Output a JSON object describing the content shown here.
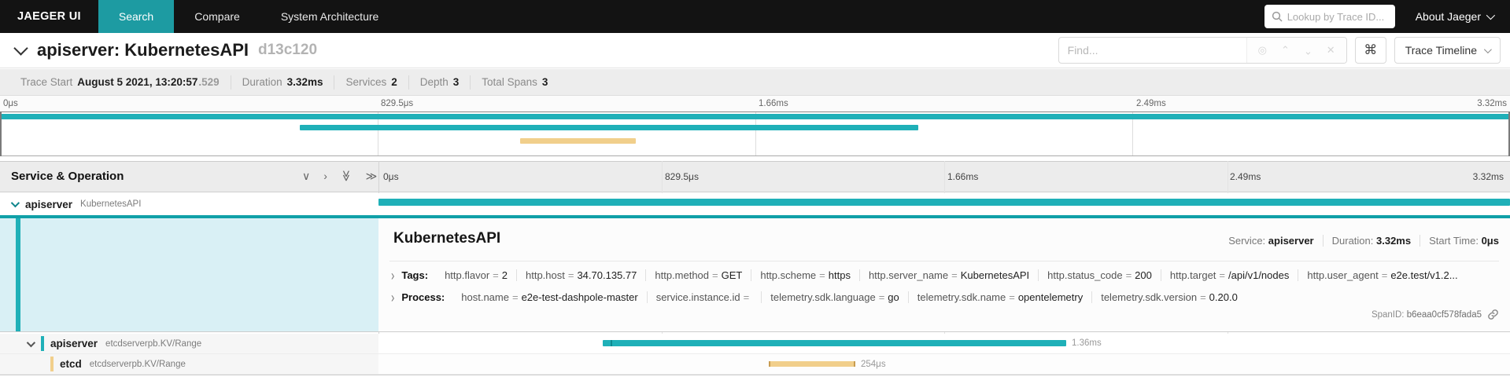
{
  "colors": {
    "teal": "#1fb0b8",
    "teal_dark": "#10a0a8",
    "yellow": "#f1cf8b",
    "yellow_dark": "#c89c50",
    "nav_active": "#1d9ba2"
  },
  "nav": {
    "brand": "JAEGER UI",
    "tabs": [
      {
        "label": "Search"
      },
      {
        "label": "Compare"
      },
      {
        "label": "System Architecture"
      }
    ],
    "lookup_placeholder": "Lookup by Trace ID...",
    "about_label": "About Jaeger"
  },
  "trace_header": {
    "title": "apiserver: KubernetesAPI",
    "trace_id": "d13c120",
    "find_placeholder": "Find...",
    "keyboard_shortcut": "⌘",
    "view_options_label": "Trace Timeline"
  },
  "summary": {
    "trace_start_label": "Trace Start",
    "trace_start_value": "August 5 2021, 13:20:57",
    "trace_start_fraction": ".529",
    "duration_label": "Duration",
    "duration_value": "3.32ms",
    "services_label": "Services",
    "services_value": "2",
    "depth_label": "Depth",
    "depth_value": "3",
    "total_spans_label": "Total Spans",
    "total_spans_value": "3"
  },
  "ticks": [
    "0μs",
    "829.5μs",
    "1.66ms",
    "2.49ms",
    "3.32ms"
  ],
  "timeline_header": {
    "left_title": "Service & Operation"
  },
  "spans": [
    {
      "service": "apiserver",
      "operation": "KubernetesAPI",
      "duration_label": ""
    },
    {
      "service": "apiserver",
      "operation": "etcdserverpb.KV/Range",
      "duration_label": "1.36ms"
    },
    {
      "service": "etcd",
      "operation": "etcdserverpb.KV/Range",
      "duration_label": "254μs"
    }
  ],
  "detail": {
    "title": "KubernetesAPI",
    "eq": "=",
    "service_label": "Service:",
    "service_value": "apiserver",
    "duration_label": "Duration:",
    "duration_value": "3.32ms",
    "start_label": "Start Time:",
    "start_value": "0μs",
    "tags_label": "Tags:",
    "tags": [
      {
        "key": "http.flavor",
        "value": "2"
      },
      {
        "key": "http.host",
        "value": "34.70.135.77"
      },
      {
        "key": "http.method",
        "value": "GET"
      },
      {
        "key": "http.scheme",
        "value": "https"
      },
      {
        "key": "http.server_name",
        "value": "KubernetesAPI"
      },
      {
        "key": "http.status_code",
        "value": "200"
      },
      {
        "key": "http.target",
        "value": "/api/v1/nodes"
      },
      {
        "key": "http.user_agent",
        "value": "e2e.test/v1.2..."
      }
    ],
    "process_label": "Process:",
    "process": [
      {
        "key": "host.name",
        "value": "e2e-test-dashpole-master"
      },
      {
        "key": "service.instance.id",
        "value": ""
      },
      {
        "key": "telemetry.sdk.language",
        "value": "go"
      },
      {
        "key": "telemetry.sdk.name",
        "value": "opentelemetry"
      },
      {
        "key": "telemetry.sdk.version",
        "value": "0.20.0"
      }
    ],
    "span_id_label": "SpanID:",
    "span_id": "b6eaa0cf578fada5"
  }
}
